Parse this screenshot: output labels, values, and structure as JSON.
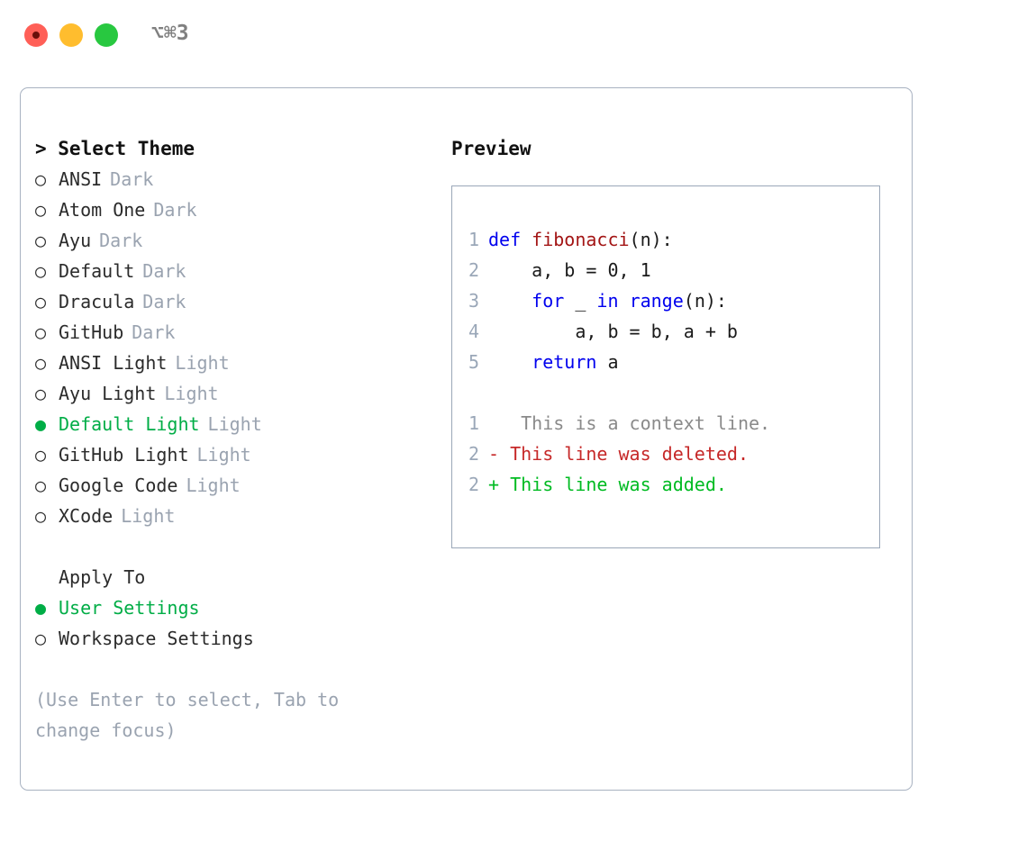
{
  "titlebar": {
    "shortcut": "⌥⌘3",
    "buttons": [
      "close",
      "minimize",
      "maximize"
    ]
  },
  "theme_list": {
    "title": "> Select Theme",
    "items": [
      {
        "bullet": "○",
        "label": "ANSI",
        "tag": "Dark",
        "selected": false
      },
      {
        "bullet": "○",
        "label": "Atom One",
        "tag": "Dark",
        "selected": false
      },
      {
        "bullet": "○",
        "label": "Ayu",
        "tag": "Dark",
        "selected": false
      },
      {
        "bullet": "○",
        "label": "Default",
        "tag": "Dark",
        "selected": false
      },
      {
        "bullet": "○",
        "label": "Dracula",
        "tag": "Dark",
        "selected": false
      },
      {
        "bullet": "○",
        "label": "GitHub",
        "tag": "Dark",
        "selected": false
      },
      {
        "bullet": "○",
        "label": "ANSI Light",
        "tag": "Light",
        "selected": false
      },
      {
        "bullet": "○",
        "label": "Ayu Light",
        "tag": "Light",
        "selected": false
      },
      {
        "bullet": "●",
        "label": "Default Light",
        "tag": "Light",
        "selected": true
      },
      {
        "bullet": "○",
        "label": "GitHub Light",
        "tag": "Light",
        "selected": false
      },
      {
        "bullet": "○",
        "label": "Google Code",
        "tag": "Light",
        "selected": false
      },
      {
        "bullet": "○",
        "label": "XCode",
        "tag": "Light",
        "selected": false
      }
    ]
  },
  "apply_to": {
    "title": "Apply To",
    "items": [
      {
        "bullet": "●",
        "label": "User Settings",
        "selected": true
      },
      {
        "bullet": "○",
        "label": "Workspace Settings",
        "selected": false
      }
    ]
  },
  "hint": "(Use Enter to select, Tab to change focus)",
  "preview": {
    "title": "Preview",
    "code_lines": [
      {
        "number": "1",
        "tokens": [
          {
            "text": "def ",
            "type": "kw"
          },
          {
            "text": "fibonacci",
            "type": "fn"
          },
          {
            "text": "(n):",
            "type": "txt"
          }
        ]
      },
      {
        "number": "2",
        "tokens": [
          {
            "text": "    a, b = 0, 1",
            "type": "txt"
          }
        ]
      },
      {
        "number": "3",
        "tokens": [
          {
            "text": "    ",
            "type": "txt"
          },
          {
            "text": "for",
            "type": "kw"
          },
          {
            "text": " _ ",
            "type": "txt"
          },
          {
            "text": "in",
            "type": "kw"
          },
          {
            "text": " ",
            "type": "txt"
          },
          {
            "text": "range",
            "type": "call"
          },
          {
            "text": "(n):",
            "type": "txt"
          }
        ]
      },
      {
        "number": "4",
        "tokens": [
          {
            "text": "        a, b = b, a + b",
            "type": "txt"
          }
        ]
      },
      {
        "number": "5",
        "tokens": [
          {
            "text": "    ",
            "type": "txt"
          },
          {
            "text": "return",
            "type": "kw"
          },
          {
            "text": " a",
            "type": "txt"
          }
        ]
      }
    ],
    "diff_lines": [
      {
        "number": "1",
        "marker": " ",
        "text": "  This is a context line.",
        "kind": "context"
      },
      {
        "number": "2",
        "marker": "-",
        "text": " This line was deleted.",
        "kind": "deleted"
      },
      {
        "number": "2",
        "marker": "+",
        "text": " This line was added.",
        "kind": "added"
      }
    ]
  },
  "colors": {
    "accent_green": "#00ad46",
    "muted_grey": "#9aa3b0",
    "border": "#a8b2c1",
    "preview_border": "#9aa7b8",
    "keyword_blue": "#0000ee",
    "function_red": "#a31515",
    "diff_added": "#00bb22",
    "diff_deleted": "#c62828",
    "traffic_red": "#ff5f57",
    "traffic_amber": "#ffbd2e",
    "traffic_green": "#28c840"
  }
}
